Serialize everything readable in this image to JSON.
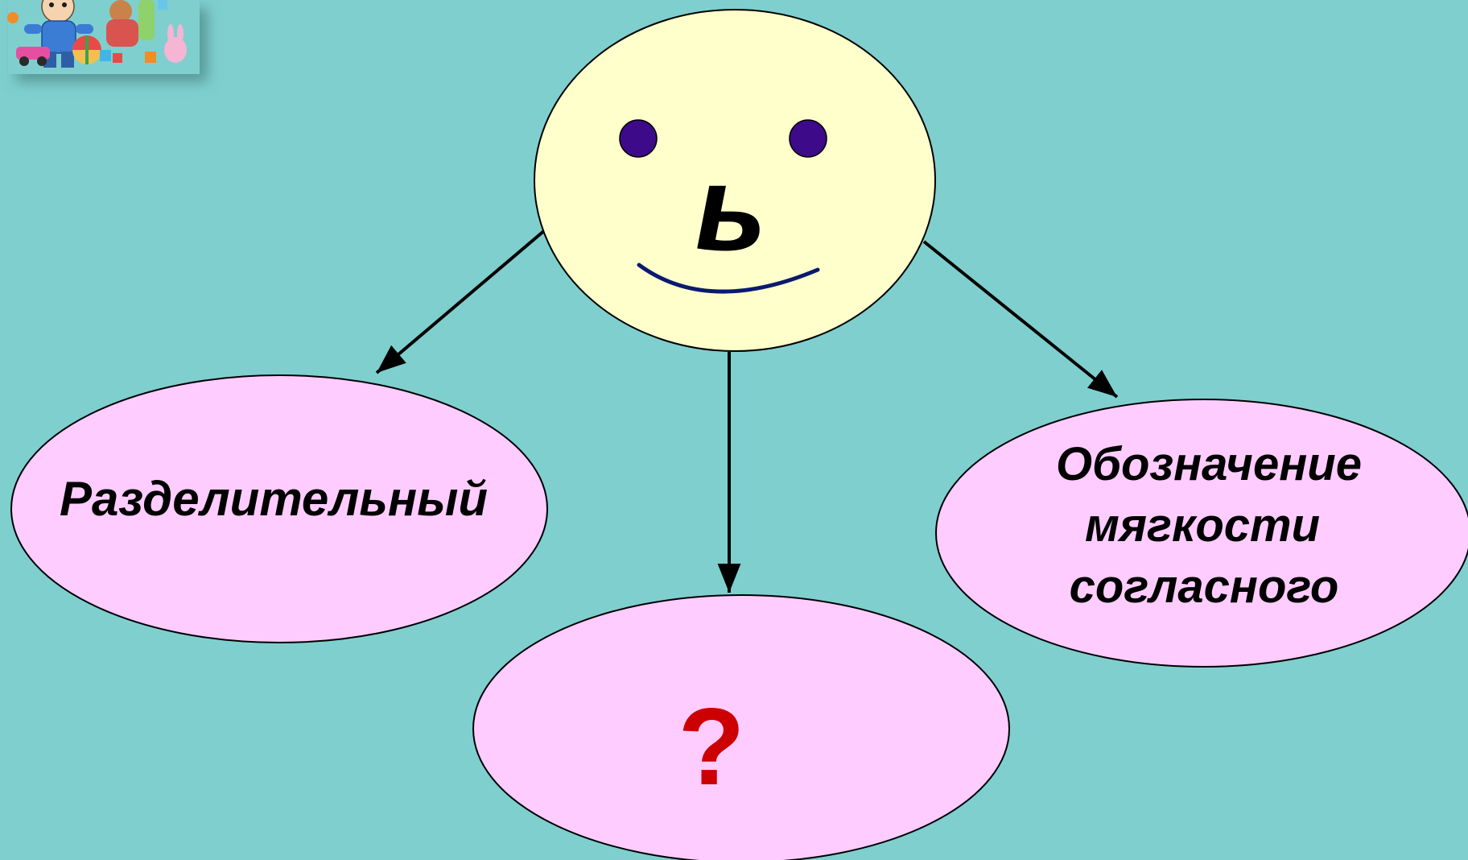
{
  "center_node": {
    "letter": "ь"
  },
  "left_node": {
    "label": "Разделительный"
  },
  "right_node": {
    "lines": [
      "Обозначение",
      "мягкости",
      "согласного"
    ]
  },
  "bottom_node": {
    "label": "?"
  },
  "colors": {
    "background": "#7fcfcf",
    "center_fill": "#ffffcc",
    "node_fill": "#ffccff",
    "eyes": "#3d0a8a",
    "smile": "#0a1a6e",
    "question_mark": "#cc0000"
  },
  "icons": {
    "corner_picture": "children-toys-picture-icon"
  }
}
